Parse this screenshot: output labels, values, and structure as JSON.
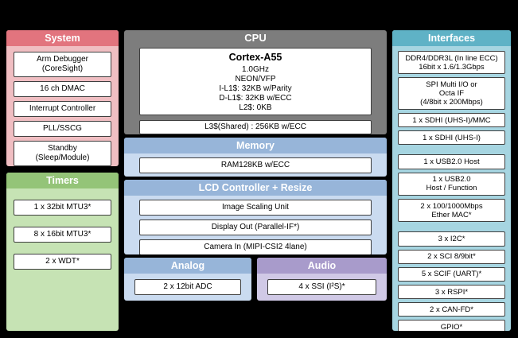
{
  "canvas": {
    "background": "#000000"
  },
  "blocks": {
    "system": {
      "title": "System",
      "colors": {
        "header": "#e2747e",
        "body": "#f0bec2"
      },
      "items": [
        [
          "Arm Debugger",
          "(CoreSight)"
        ],
        [
          "16 ch DMAC"
        ],
        [
          "Interrupt Controller"
        ],
        [
          "PLL/SSCG"
        ],
        [
          "Standby",
          "(Sleep/Module)"
        ]
      ]
    },
    "timers": {
      "title": "Timers",
      "colors": {
        "header": "#94c478",
        "body": "#c6e3b4"
      },
      "items": [
        [
          "1 x 32bit MTU3*"
        ],
        [
          "8 x 16bit MTU3*"
        ],
        [
          "2 x WDT*"
        ]
      ]
    },
    "cpu": {
      "title": "CPU",
      "colors": {
        "body": "#7d7d7d"
      },
      "core_name": "Cortex-A55",
      "core_details": [
        "1.0GHz",
        "NEON/VFP",
        "I-L1$: 32KB w/Parity",
        "D-L1$: 32KB w/ECC",
        "L2$: 0KB"
      ],
      "l3_label": "L3$(Shared) : 256KB w/ECC"
    },
    "memory": {
      "title": "Memory",
      "colors": {
        "header": "#97b5d9",
        "body": "#cadbf0"
      },
      "items": [
        [
          "RAM128KB w/ECC"
        ]
      ]
    },
    "lcd": {
      "title": "LCD Controller + Resize",
      "colors": {
        "header": "#97b5d9",
        "body": "#cadbf0"
      },
      "items": [
        [
          "Image Scaling Unit"
        ],
        [
          "Display Out (Parallel-IF*)"
        ],
        [
          "Camera In (MIPI-CSI2 4lane)"
        ]
      ]
    },
    "analog": {
      "title": "Analog",
      "colors": {
        "header": "#97b5d9",
        "body": "#cadbf0"
      },
      "items": [
        [
          "2 x 12bit ADC"
        ]
      ]
    },
    "audio": {
      "title": "Audio",
      "colors": {
        "header": "#a89bcb",
        "body": "#d0c9e6"
      },
      "items": [
        [
          "4 x SSI (I²S)*"
        ]
      ]
    },
    "interfaces": {
      "title": "Interfaces",
      "colors": {
        "header": "#5fb2c6",
        "body": "#a6d5e1"
      },
      "groups": [
        {
          "items": [
            [
              "DDR4/DDR3L (In line ECC)",
              "16bit x 1.6/1.3Gbps"
            ],
            [
              "SPI Multi I/O or",
              "Octa IF",
              "(4/8bit x 200Mbps)"
            ],
            [
              "1 x SDHI (UHS-I)/MMC"
            ],
            [
              "1 x SDHI (UHS-I)"
            ]
          ]
        },
        {
          "items": [
            [
              "1 x USB2.0 Host"
            ],
            [
              "1 x USB2.0",
              "Host / Function"
            ],
            [
              "2 x 100/1000Mbps",
              "Ether MAC*"
            ]
          ]
        },
        {
          "items": [
            [
              "3 x I2C*"
            ],
            [
              "2 x SCI 8/9bit*"
            ],
            [
              "5 x SCIF (UART)*"
            ],
            [
              "3 x RSPI*"
            ],
            [
              "2 x CAN-FD*"
            ],
            [
              "GPIO*"
            ]
          ]
        }
      ]
    }
  }
}
